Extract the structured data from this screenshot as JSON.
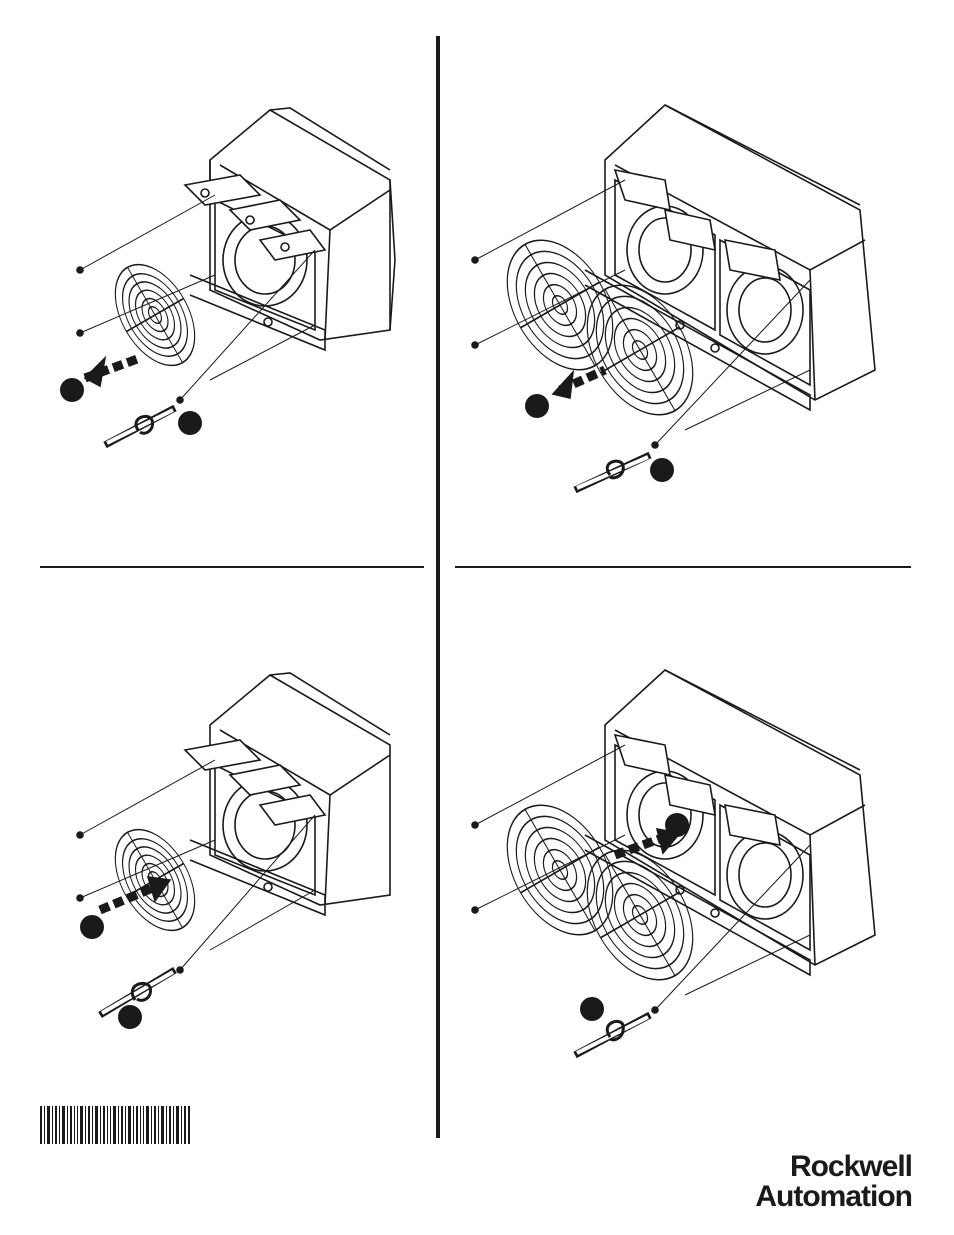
{
  "brand": {
    "line1": "Rockwell",
    "line2": "Automation"
  },
  "panels": [
    {
      "id": "top-left",
      "step_labels": [
        "",
        ""
      ]
    },
    {
      "id": "top-right",
      "step_labels": [
        "",
        ""
      ]
    },
    {
      "id": "bottom-left",
      "step_labels": [
        "",
        ""
      ]
    },
    {
      "id": "bottom-right",
      "step_labels": [
        "",
        ""
      ]
    }
  ],
  "colors": {
    "ink": "#1a1a1a",
    "paper": "#ffffff"
  }
}
